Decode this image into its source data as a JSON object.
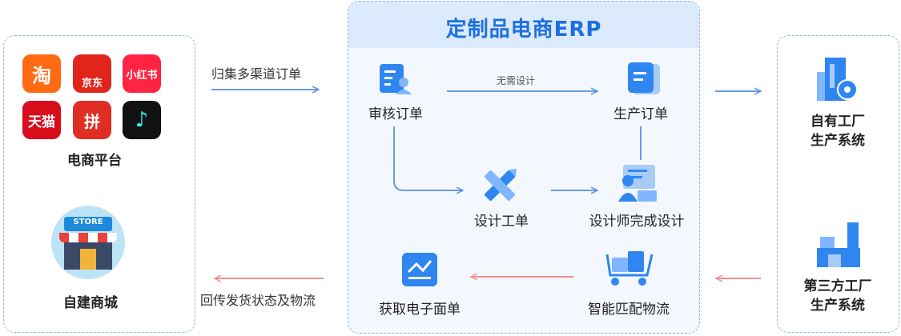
{
  "center": {
    "title": "定制品电商ERP"
  },
  "left": {
    "platforms_label": "电商平台",
    "apps": [
      {
        "name": "淘",
        "color": "#ff6a13"
      },
      {
        "name": "京东",
        "color": "#e1251b"
      },
      {
        "name": "小红书",
        "color": "#ff2442"
      },
      {
        "name": "天猫",
        "color": "#d80d1c"
      },
      {
        "name": "拼",
        "color": "#e02e24"
      },
      {
        "name": "♪",
        "color": "#111111"
      }
    ],
    "store_sign": "STORE",
    "store_label": "自建商城"
  },
  "flows": {
    "collect_label": "归集多渠道订单",
    "return_label": "回传发货状态及物流",
    "no_design_label": "无需设计"
  },
  "nodes": {
    "review": "审核订单",
    "produce": "生产订单",
    "design_ticket": "设计工单",
    "designer_done": "设计师完成设计",
    "get_waybill": "获取电子面单",
    "smart_logistics": "智能匹配物流"
  },
  "right": {
    "own_factory": "自有工厂\n生产系统",
    "third_factory": "第三方工厂\n生产系统"
  }
}
